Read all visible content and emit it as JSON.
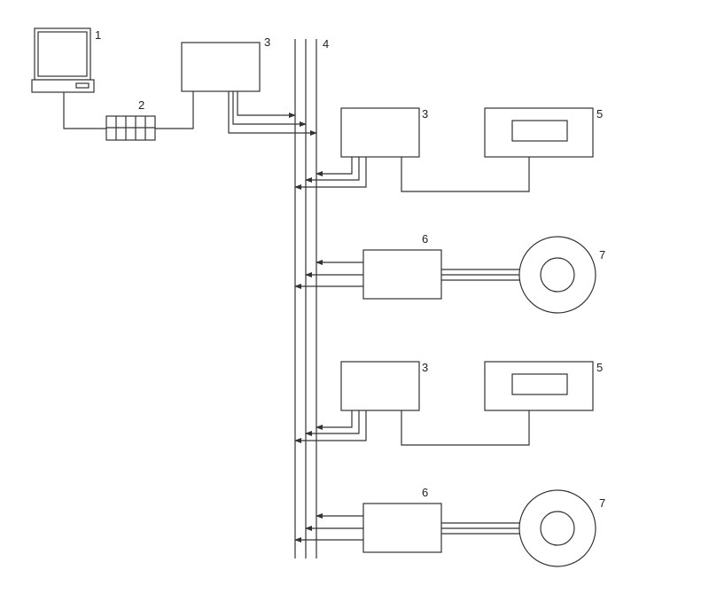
{
  "labels": {
    "computer": "1",
    "converter": "2",
    "controller_main": "3",
    "bus": "4",
    "controller_a": "3",
    "display_a": "5",
    "driver_a": "6",
    "motor_a": "7",
    "controller_b": "3",
    "display_b": "5",
    "driver_b": "6",
    "motor_b": "7"
  },
  "colors": {
    "line": "#333333",
    "background": "#ffffff"
  }
}
